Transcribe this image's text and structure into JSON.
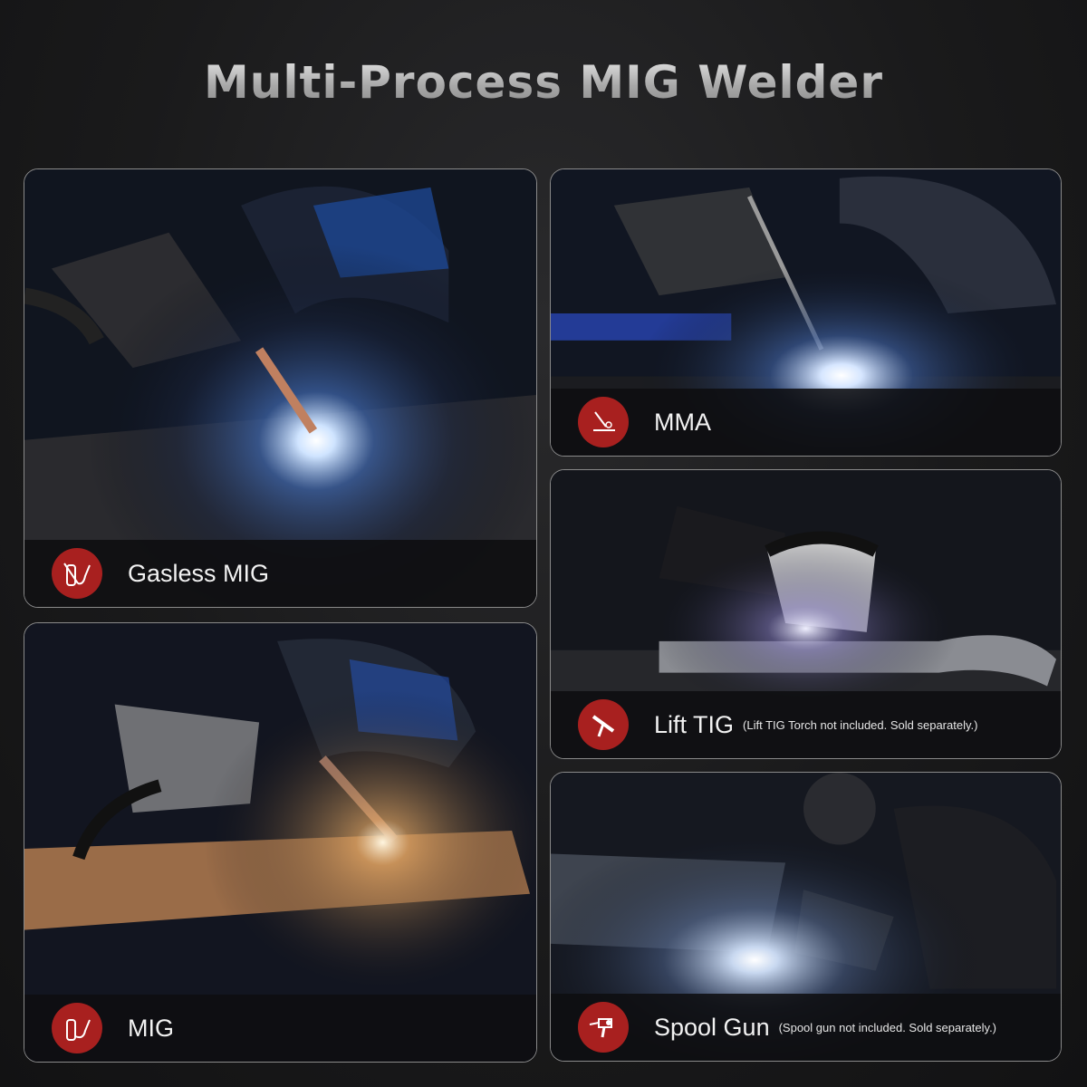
{
  "title": "Multi-Process MIG Welder",
  "colors": {
    "badge": "#a8201f",
    "background": "#1a1a1b",
    "border": "#8a8a8a"
  },
  "panels": {
    "gasless_mig": {
      "label": "Gasless MIG",
      "note": "",
      "icon": "no-gas-cylinder-torch-icon"
    },
    "mma": {
      "label": "MMA",
      "note": "",
      "icon": "stick-electrode-icon"
    },
    "lift_tig": {
      "label": "Lift TIG",
      "note": "(Lift TIG Torch not included. Sold separately.)",
      "icon": "tig-torch-icon"
    },
    "mig": {
      "label": "MIG",
      "note": "",
      "icon": "gas-cylinder-torch-icon"
    },
    "spool_gun": {
      "label": "Spool Gun",
      "note": "(Spool gun not included. Sold separately.)",
      "icon": "spool-gun-icon"
    }
  }
}
